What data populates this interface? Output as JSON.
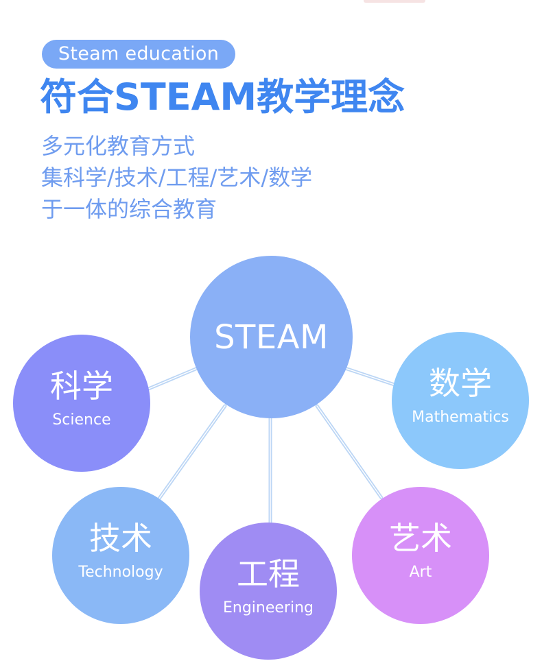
{
  "header": {
    "badge": "Steam education",
    "title": "符合STEAM教学理念",
    "subtitle_lines": [
      "多元化教育方式",
      "集科学/技术/工程/艺术/数学",
      "于一体的综合教育"
    ]
  },
  "diagram": {
    "center": {
      "label": "STEAM"
    },
    "nodes": [
      {
        "zh": "科学",
        "en": "Science"
      },
      {
        "zh": "数学",
        "en": "Mathematics"
      },
      {
        "zh": "技术",
        "en": "Technology"
      },
      {
        "zh": "工程",
        "en": "Engineering"
      },
      {
        "zh": "艺术",
        "en": "Art"
      }
    ]
  },
  "colors": {
    "title": "#3f86f0",
    "subtitle": "#6f9cef",
    "badge_bg": "#7aa8f6",
    "center": "#8ab0f6",
    "science": "#8a8ef9",
    "math": "#8cc8fb",
    "technology": "#8ab8f6",
    "engineering": "#9f8cf3",
    "art": "#d790f8",
    "connector": "#bcd6f5"
  }
}
